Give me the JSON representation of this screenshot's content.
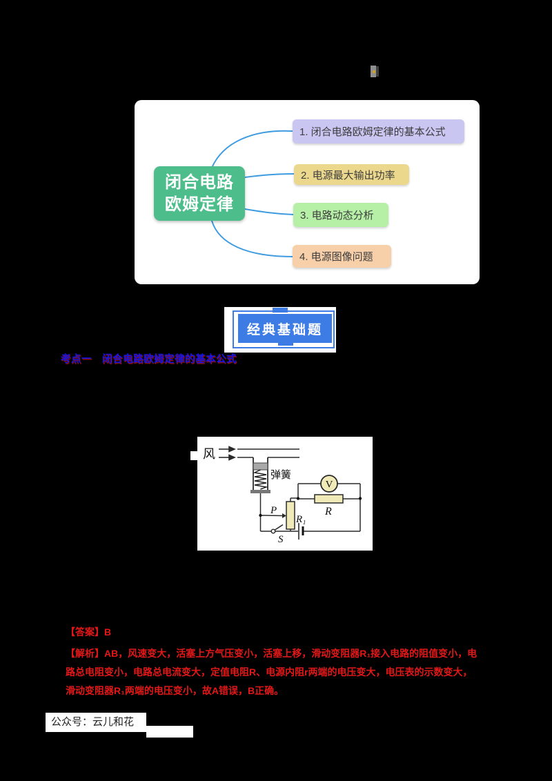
{
  "page": {
    "background": "#000000"
  },
  "mindmap": {
    "root": {
      "line1": "闭合电路",
      "line2": "欧姆定律",
      "color": "#4dbd8b"
    },
    "branches": [
      {
        "label": "1. 闭合电路欧姆定律的基本公式",
        "color": "#c9c6f2"
      },
      {
        "label": "2. 电源最大输出功率",
        "color": "#ecd88c"
      },
      {
        "label": "3. 电路动态分析",
        "color": "#b6efa6"
      },
      {
        "label": "4. 电源图像问题",
        "color": "#f7cfa8"
      }
    ],
    "connector_color": "#3f9be0"
  },
  "banner": {
    "label": "经典基础题",
    "accent_color": "#3d7ce4"
  },
  "heading": {
    "text": "考点一　闭合电路欧姆定律的基本公式",
    "color": "#1713e0"
  },
  "circuit": {
    "labels": {
      "wind": "风",
      "spring": "弹簧",
      "slider": "P",
      "rheostat": "R₁",
      "switch": "S",
      "resistor": "R",
      "voltmeter": "V"
    }
  },
  "answer": {
    "color": "#e21818",
    "line1": "【答案】B",
    "line2": "【解析】AB，风速变大，活塞上方气压变小，活塞上移，滑动变阻器R₁接入电路的阻值变小，电",
    "line3": "路总电阻变小，电路总电流变大，定值电阻R、电源内阻r两端的电压变大，电压表的示数变大，",
    "line4": "滑动变阻器R₁两端的电压变小，故A错误，B正确。"
  },
  "footer": {
    "text": "公众号：云儿和花"
  }
}
